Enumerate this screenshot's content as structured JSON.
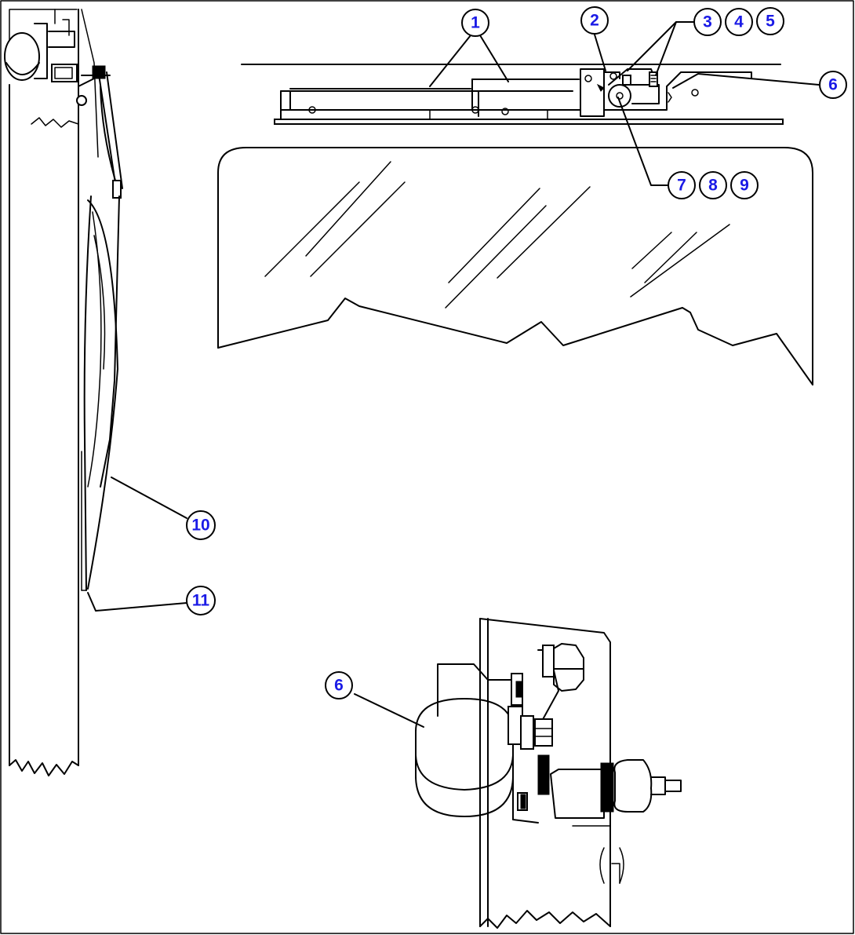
{
  "callouts": {
    "c1": "1",
    "c2": "2",
    "c3": "3",
    "c4": "4",
    "c5": "5",
    "c6_top": "6",
    "c7": "7",
    "c8": "8",
    "c9": "9",
    "c10": "10",
    "c11": "11",
    "c6_detail": "6"
  },
  "colors": {
    "callout_text": "#1a1ae6",
    "line": "#000000",
    "background": "#ffffff"
  }
}
